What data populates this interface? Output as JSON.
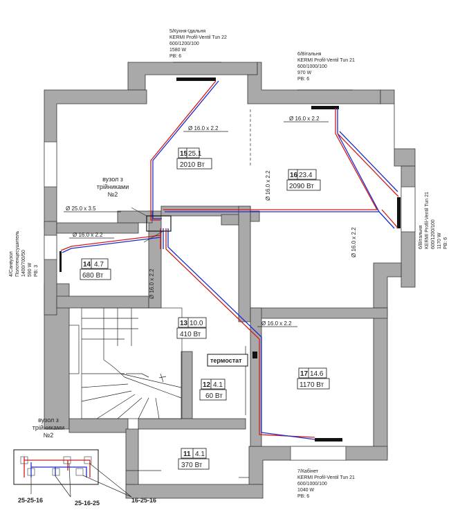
{
  "radiators": [
    {
      "id": "r5",
      "lines": [
        "5/Кухня-їдальня",
        "KERMI Profil-Ventil Tun 22",
        "600/1200/100",
        "1580 W",
        "PB: 6"
      ]
    },
    {
      "id": "r6a",
      "lines": [
        "6/Вітальня",
        "KERMI Profil-Ventil Tun 21",
        "600/1000/100",
        "970 W",
        "PB: 6"
      ]
    },
    {
      "id": "r6b",
      "lines": [
        "6/Вітальня",
        "KERMI Profil-Ventil Tun 21",
        "600/1200/100",
        "1170 W",
        "PB: 6"
      ]
    },
    {
      "id": "r4",
      "lines": [
        "4/Санвузол",
        "Полотенцесушитель",
        "1400/700/50",
        "590 W",
        "PB: 3"
      ]
    },
    {
      "id": "r7",
      "lines": [
        "7/Кабінет",
        "KERMI Profil-Ventil Tun 21",
        "600/1000/100",
        "1040 W",
        "PB: 6"
      ]
    }
  ],
  "rooms": [
    {
      "num": "15",
      "area": "25.1",
      "power": "2010 Вт"
    },
    {
      "num": "16",
      "area": "23.4",
      "power": "2090 Вт"
    },
    {
      "num": "14",
      "area": "4.7",
      "power": "680 Вт"
    },
    {
      "num": "13",
      "area": "10.0",
      "power": "410 Вт"
    },
    {
      "num": "17",
      "area": "14.6",
      "power": "1170 Вт"
    },
    {
      "num": "12",
      "area": "4.1",
      "power": "60 Вт"
    },
    {
      "num": "11",
      "area": "4.1",
      "power": "370 Вт"
    }
  ],
  "pipes": {
    "p1": "Ø 16.0 x 2.2",
    "p2": "Ø 16.0 x 2.2",
    "p3": "Ø 16.0 x 2.2",
    "p4": "Ø 25.0 x 3.5",
    "p5": "Ø 16.0 x 2.2",
    "p6": "Ø 16.0 x 2.2",
    "p7": "Ø 16.0 x 2.2",
    "p8": "Ø 16.0 x 2.2"
  },
  "node_label": [
    "вузол з",
    "трійниками",
    "№2"
  ],
  "thermostat": "термостат",
  "legend": {
    "title": [
      "вузол з",
      "трійниками",
      "№2"
    ],
    "tees": [
      "25-25-16",
      "25-16-25",
      "16-25-16"
    ]
  },
  "colors": {
    "supply": "#d01a1a",
    "return": "#1a2ad0",
    "wall": "#a9a9a9"
  }
}
